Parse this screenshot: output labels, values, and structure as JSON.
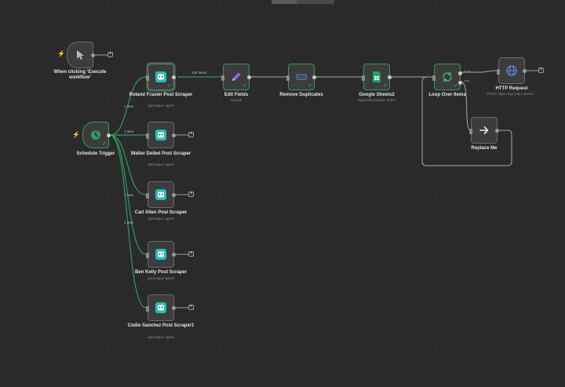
{
  "trigger_manual": {
    "label": "When clicking ‘Execute workflow’",
    "icon": "cursor-icon"
  },
  "schedule_trigger": {
    "label": "Schedule Trigger",
    "icon": "clock-icon"
  },
  "scrapers": [
    {
      "label": "Roland Frasier Post Scraper",
      "sub": "getOutput: agent"
    },
    {
      "label": "Walter Deibel Post Scraper",
      "sub": "getOutput: agent"
    },
    {
      "label": "Carl Allen Post Scraper",
      "sub": "getOutput: agent"
    },
    {
      "label": "Ben Kelly Post Scraper",
      "sub": "getOutput: agent"
    },
    {
      "label": "Codie Sanchez Post Scraper1",
      "sub": "getOutput: agent"
    }
  ],
  "edit_fields": {
    "label": "Edit Fields",
    "sub": "manual"
  },
  "remove_duplicates": {
    "label": "Remove Duplicates"
  },
  "google_sheets": {
    "label": "Google Sheets2",
    "sub": "appendOrUpdate: sheet"
  },
  "loop": {
    "label": "Loop Over Items",
    "out_done": "done",
    "out_loop": "loop"
  },
  "http_request": {
    "label": "HTTP Request",
    "sub": "POST: https://api.clay.com/v3/..."
  },
  "replace_me": {
    "label": "Replace Me"
  },
  "wire_labels": {
    "items_325": "325 items",
    "items_1a": "1 item",
    "items_1b": "1 item",
    "items_1c": "1 item",
    "items_1d": "1 item"
  },
  "colors": {
    "success": "#2f9a62",
    "trigger": "#ff6a55",
    "sheets": "#1fa463",
    "edit": "#8e6bf0",
    "http": "#5b8def"
  }
}
